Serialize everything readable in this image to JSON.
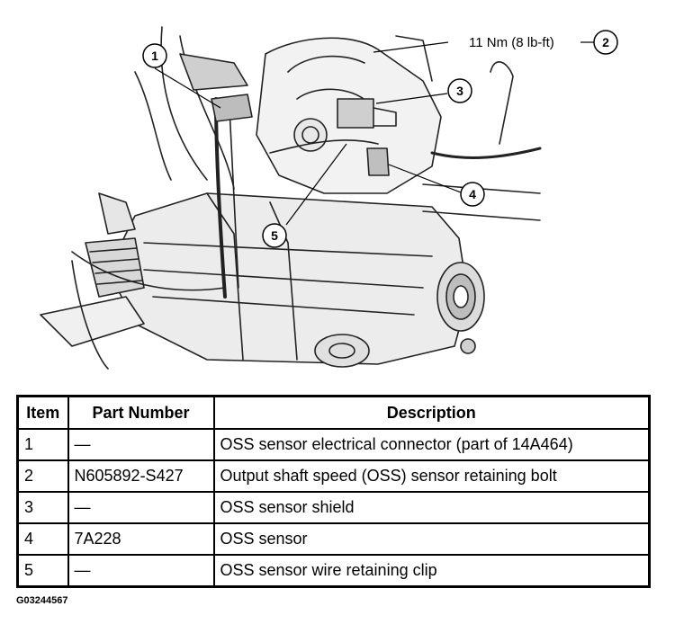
{
  "diagram": {
    "callouts": [
      {
        "num": "1"
      },
      {
        "num": "2",
        "torque": "11 Nm (8 lb-ft)"
      },
      {
        "num": "3"
      },
      {
        "num": "4"
      },
      {
        "num": "5"
      }
    ]
  },
  "table": {
    "headers": [
      "Item",
      "Part Number",
      "Description"
    ],
    "rows": [
      {
        "item": "1",
        "part": "—",
        "desc": "OSS sensor electrical connector (part of 14A464)"
      },
      {
        "item": "2",
        "part": "N605892-S427",
        "desc": "Output shaft speed (OSS) sensor retaining bolt"
      },
      {
        "item": "3",
        "part": "—",
        "desc": "OSS sensor shield"
      },
      {
        "item": "4",
        "part": "7A228",
        "desc": "OSS sensor"
      },
      {
        "item": "5",
        "part": "—",
        "desc": "OSS sensor wire retaining clip"
      }
    ]
  },
  "figure_id": "G03244567"
}
